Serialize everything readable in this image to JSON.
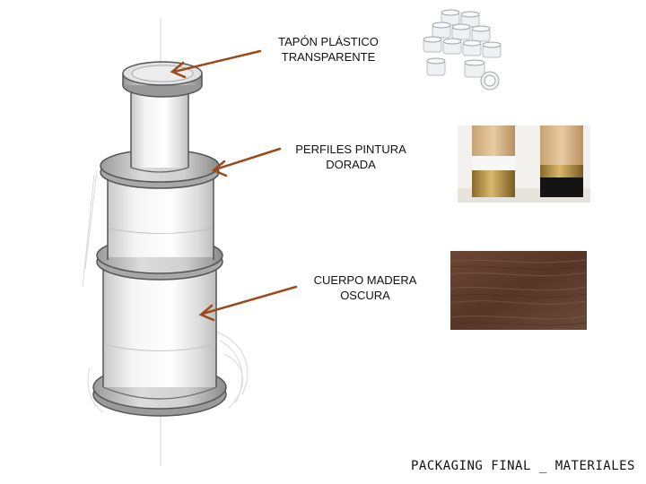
{
  "labels": {
    "tapon": [
      "TAPÓN PLÁSTICO",
      "TRANSPARENTE"
    ],
    "perfiles": [
      "PERFILES PINTURA",
      "DORADA"
    ],
    "cuerpo": [
      "CUERPO MADERA",
      "OSCURA"
    ]
  },
  "footer": {
    "title": "PACKAGING FINAL _ MATERIALES"
  },
  "colors": {
    "arrow": "#9a4a1a",
    "sketch_line": "#555555",
    "wood_dark": "#5a3b2c",
    "gold": "#b8924a",
    "light_wood": "#d9b991"
  },
  "photos": {
    "tapones": "clear plastic screw-cap jars",
    "patas": "wooden legs with white and black/gold painted tips",
    "madera": "dark walnut wood sample"
  }
}
